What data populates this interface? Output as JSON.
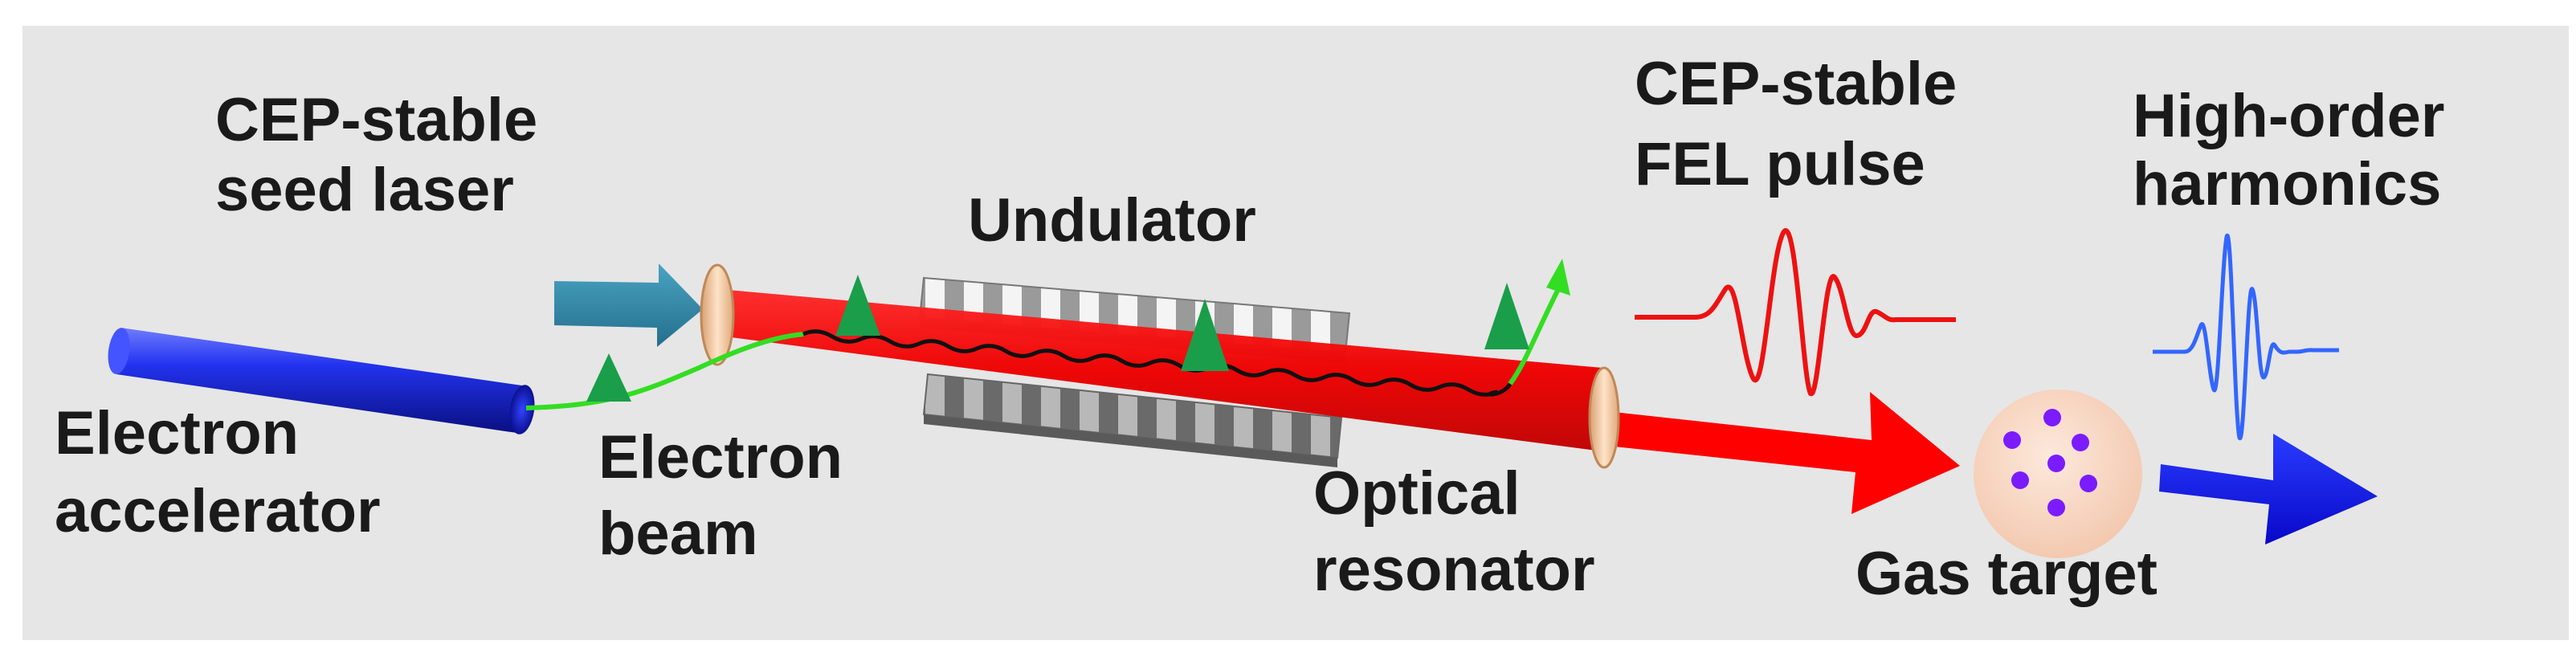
{
  "labels": {
    "seed_laser_line1": "CEP-stable",
    "seed_laser_line2": "seed laser",
    "electron_accelerator_line1": "Electron",
    "electron_accelerator_line2": "accelerator",
    "electron_beam_line1": "Electron",
    "electron_beam_line2": "beam",
    "undulator": "Undulator",
    "optical_resonator_line1": "Optical",
    "optical_resonator_line2": "resonator",
    "fel_pulse_line1": "CEP-stable",
    "fel_pulse_line2": "FEL pulse",
    "harmonics_line1": "High-order",
    "harmonics_line2": "harmonics",
    "gas_target": "Gas target"
  },
  "colors": {
    "background_panel": "#e6e6e6",
    "accelerator_tube": "#1f2fe0",
    "seed_arrow": "#2f86a6",
    "laser_beam": "#ff0000",
    "electron_path": "#33dd22",
    "electron_marker": "#1a9e4a",
    "mirror": "#f4c9a0",
    "undulator_light": "#e8e8e8",
    "undulator_dark": "#7a7a7a",
    "fel_waveform": "#ee1111",
    "harmonic_waveform": "#3366ff",
    "gas_cloud": "#f8d9c4",
    "gas_particles": "#7a1cff",
    "harmonic_arrow": "#1010e0"
  }
}
